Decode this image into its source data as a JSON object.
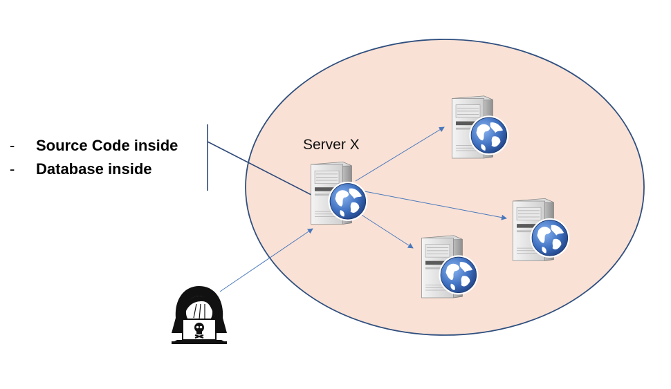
{
  "notes": {
    "items": [
      {
        "dash": "-",
        "text": "Source Code inside"
      },
      {
        "dash": "-",
        "text": "Database inside"
      }
    ]
  },
  "main_server": {
    "label": "Server X"
  },
  "colors": {
    "network_fill": "#f9e1d5",
    "network_border": "#2f4f7f",
    "arrow": "#4a78bd",
    "connector": "#2e4a7a",
    "server_body": "#e6e6e6",
    "globe_ocean": "#3d6fbf",
    "globe_land": "#ffffff"
  },
  "icons": {
    "server": "server-globe-icon",
    "attacker": "hacker-laptop-icon"
  }
}
